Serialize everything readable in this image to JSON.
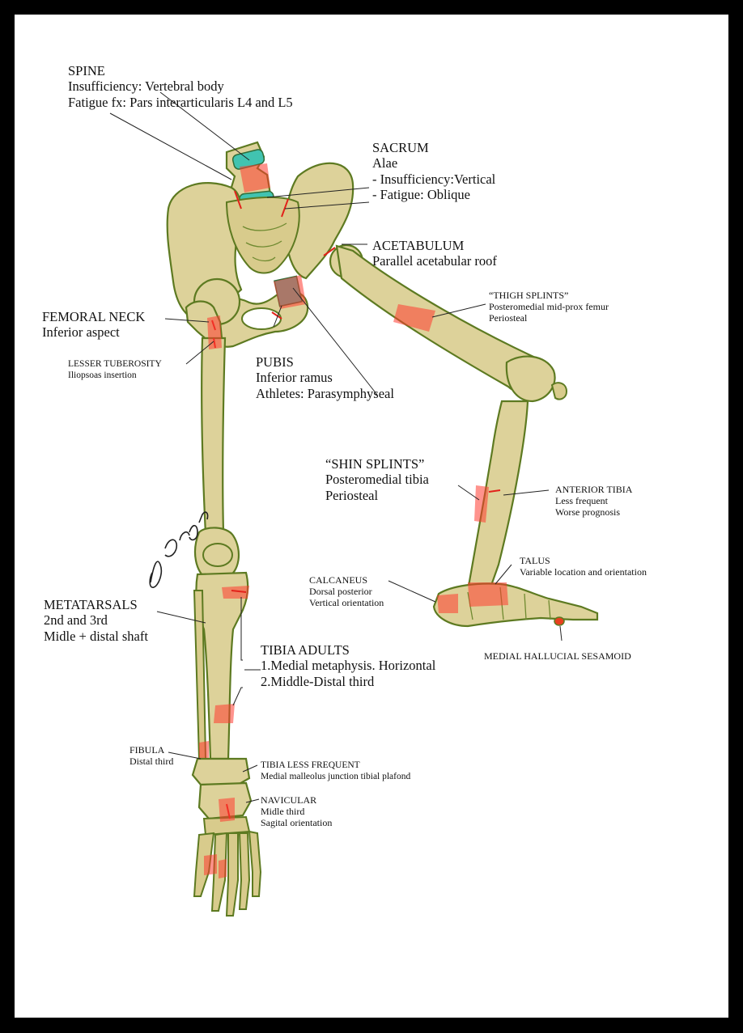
{
  "labels": {
    "spine": [
      "SPINE",
      "Insufficiency: Vertebral body",
      "Fatigue fx: Pars interarticularis L4 and L5"
    ],
    "sacrum": [
      "SACRUM",
      "Alae",
      "- Insufficiency:Vertical",
      "- Fatigue: Oblique"
    ],
    "acetabulum": [
      "ACETABULUM",
      "Parallel acetabular roof"
    ],
    "thigh_splints": [
      "“THIGH SPLINTS”",
      "Posteromedial mid-prox femur",
      "Periosteal"
    ],
    "femoral_neck": [
      "FEMORAL NECK",
      "Inferior aspect"
    ],
    "lesser_tuberosity": [
      "LESSER TUBEROSITY",
      "Iliopsoas insertion"
    ],
    "pubis": [
      "PUBIS",
      "Inferior ramus",
      "Athletes: Parasymphyseal"
    ],
    "shin_splints": [
      "“SHIN SPLINTS”",
      "Posteromedial tibia",
      "Periosteal"
    ],
    "anterior_tibia": [
      "ANTERIOR TIBIA",
      "Less frequent",
      "Worse prognosis"
    ],
    "talus": [
      "TALUS",
      "Variable location and orientation"
    ],
    "calcaneus": [
      "CALCANEUS",
      "Dorsal posterior",
      "Vertical orientation"
    ],
    "medial_hallucial_sesamoid": [
      "MEDIAL HALLUCIAL SESAMOID"
    ],
    "tibia_adults": [
      "TIBIA ADULTS",
      "1.Medial metaphysis. Horizontal",
      "2.Middle-Distal third"
    ],
    "fibula": [
      "FIBULA",
      "Distal third"
    ],
    "tibia_less_frequent": [
      "TIBIA LESS FREQUENT",
      "Medial malleolus junction tibial plafond"
    ],
    "navicular": [
      "NAVICULAR",
      "Midle third",
      "Sagital orientation"
    ],
    "metatarsals": [
      "METATARSALS",
      "2nd and 3rd",
      "Midle + distal shaft"
    ]
  },
  "signature": "J. Gomez",
  "colors": {
    "background": "#ffffff",
    "frame": "#000000",
    "bone_fill": "#ddd29a",
    "bone_outline": "#5d7a21",
    "fracture_highlight": "#ff3b2f",
    "disc": "#41c3b0"
  }
}
